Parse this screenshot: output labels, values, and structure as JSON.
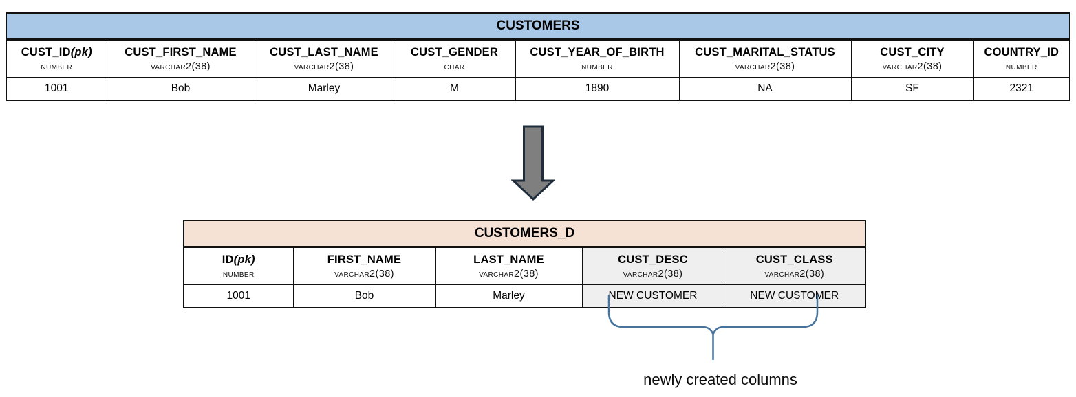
{
  "page": {
    "background": "#ffffff"
  },
  "source_table": {
    "title": "CUSTOMERS",
    "header_bg": "#a9c7e6",
    "columns": [
      {
        "name": "CUST_ID",
        "pk": "(pk)",
        "type": "NUMBER",
        "value": "1001"
      },
      {
        "name": "CUST_FIRST_NAME",
        "pk": "",
        "type": "VARCHAR2(38)",
        "value": "Bob"
      },
      {
        "name": "CUST_LAST_NAME",
        "pk": "",
        "type": "VARCHAR2(38)",
        "value": "Marley"
      },
      {
        "name": "CUST_GENDER",
        "pk": "",
        "type": "CHAR",
        "value": "M"
      },
      {
        "name": "CUST_YEAR_OF_BIRTH",
        "pk": "",
        "type": "NUMBER",
        "value": "1890"
      },
      {
        "name": "CUST_MARITAL_STATUS",
        "pk": "",
        "type": "VARCHAR2(38)",
        "value": "NA"
      },
      {
        "name": "CUST_CITY",
        "pk": "",
        "type": "VARCHAR2(38)",
        "value": "SF"
      },
      {
        "name": "COUNTRY_ID",
        "pk": "",
        "type": "NUMBER",
        "value": "2321"
      }
    ]
  },
  "target_table": {
    "title": "CUSTOMERS_D",
    "header_bg": "#f6e2d5",
    "highlight_bg": "#efefef",
    "columns": [
      {
        "name": "ID",
        "pk": "(pk)",
        "type": "NUMBER",
        "value": "1001",
        "highlighted": false
      },
      {
        "name": "FIRST_NAME",
        "pk": "",
        "type": "VARCHAR2(38)",
        "value": "Bob",
        "highlighted": false
      },
      {
        "name": "LAST_NAME",
        "pk": "",
        "type": "VARCHAR2(38)",
        "value": "Marley",
        "highlighted": false
      },
      {
        "name": "CUST_DESC",
        "pk": "",
        "type": "VARCHAR2(38)",
        "value": "NEW CUSTOMER",
        "highlighted": true
      },
      {
        "name": "CUST_CLASS",
        "pk": "",
        "type": "VARCHAR2(38)",
        "value": "NEW CUSTOMER",
        "highlighted": true
      }
    ]
  },
  "transform_arrow": {
    "direction": "down",
    "fill": "#7f7f7f",
    "outline": "#1e2c3c"
  },
  "annotation": {
    "label": "newly created columns",
    "brace_color": "#46749e"
  }
}
